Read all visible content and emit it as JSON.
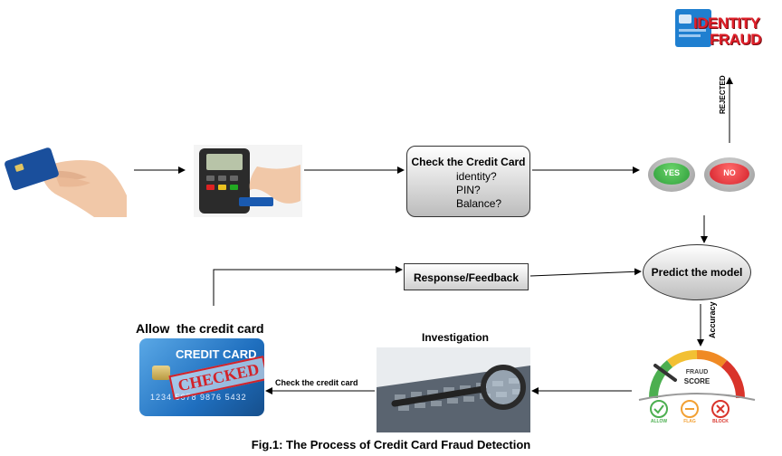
{
  "logo": {
    "line1": "IDENTITY",
    "line2": "FRAUD"
  },
  "check_box": {
    "title": "Check the Credit Card",
    "items": [
      "identity?",
      "PIN?",
      "Balance?"
    ]
  },
  "decision_buttons": {
    "yes": "YES",
    "no": "NO"
  },
  "labels": {
    "rejected": "REJECTED",
    "accuracy": "Accuracy",
    "investigation": "Investigation",
    "check_card": "Check the credit card",
    "allow": "Allow  the credit card"
  },
  "feedback_box": {
    "text": "Response/Feedback"
  },
  "predict_node": {
    "text": "Predict the model"
  },
  "credit_card": {
    "title": "CREDIT CARD",
    "stamp": "CHECKED",
    "number": "1234 5678 9876 5432"
  },
  "fraud_gauge": {
    "title_line1": "FRAUD",
    "title_line2": "SCORE",
    "options": [
      "ALLOW",
      "FLAG",
      "BLOCK"
    ]
  },
  "caption": "Fig.1: The Process of Credit Card Fraud Detection",
  "colors": {
    "yes_green": "#2e9e3a",
    "no_red": "#d4202a",
    "gauge_green": "#4caf50",
    "gauge_yellow": "#f2c033",
    "gauge_orange": "#f08a24",
    "gauge_red": "#d9342b",
    "card_blue": "#1f6fbf"
  },
  "icons": [
    "hand-card-icon",
    "pos-terminal-icon",
    "laptop-magnifier-icon"
  ]
}
